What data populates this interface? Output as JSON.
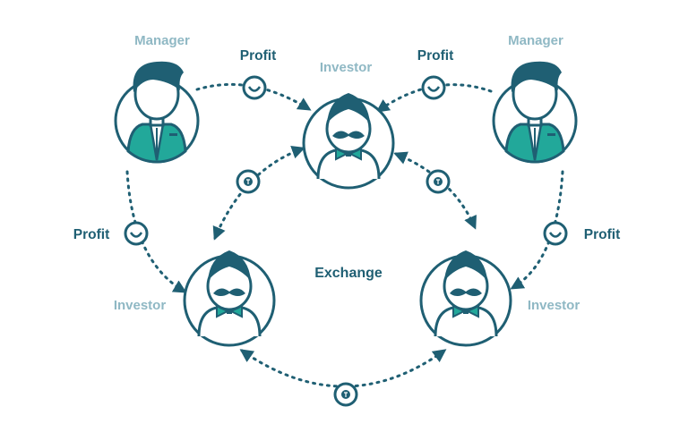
{
  "labels": {
    "manager_left": "Manager",
    "manager_right": "Manager",
    "investor_top": "Investor",
    "investor_left": "Investor",
    "investor_right": "Investor",
    "profit_top_left": "Profit",
    "profit_top_right": "Profit",
    "profit_left": "Profit",
    "profit_right": "Profit",
    "center": "Exchange"
  },
  "colors": {
    "dark": "#1f5f73",
    "teal": "#22a89a",
    "muted": "#8fb8c4",
    "skin": "#ffffff"
  },
  "icons": {
    "profit": "smile-coin-icon",
    "exchange": "token-coin-icon",
    "arrow": "arrowhead-icon"
  }
}
